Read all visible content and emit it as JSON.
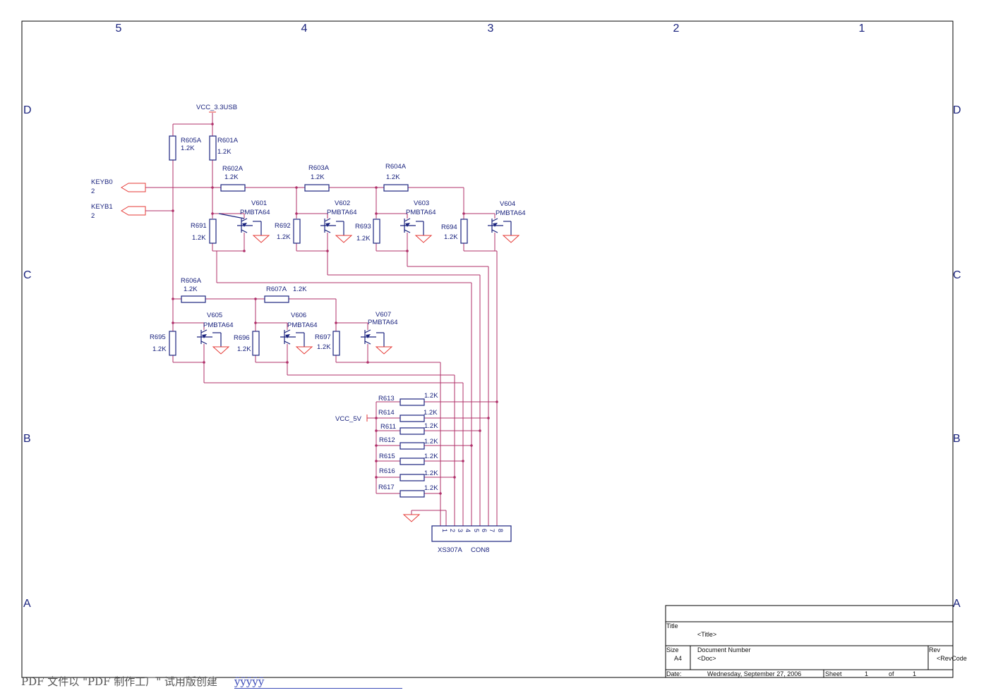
{
  "frame": {
    "columns": [
      "5",
      "4",
      "3",
      "2",
      "1"
    ],
    "rows": [
      "D",
      "C",
      "B",
      "A"
    ]
  },
  "nets": {
    "vcc_usb": "VCC_3.3USB",
    "vcc_5v": "VCC_5V",
    "keyb0": "KEYB0",
    "keyb0_pin": "2",
    "keyb1": "KEYB1",
    "keyb1_pin": "2"
  },
  "resistors": {
    "r605a": {
      "ref": "R605A",
      "val": "1.2K"
    },
    "r601a": {
      "ref": "R601A",
      "val": "1.2K"
    },
    "r602a": {
      "ref": "R602A",
      "val": "1.2K"
    },
    "r603a": {
      "ref": "R603A",
      "val": "1.2K"
    },
    "r604a": {
      "ref": "R604A",
      "val": "1.2K"
    },
    "r691": {
      "ref": "R691",
      "val": "1.2K"
    },
    "r692": {
      "ref": "R692",
      "val": "1.2K"
    },
    "r693": {
      "ref": "R693",
      "val": "1.2K"
    },
    "r694": {
      "ref": "R694",
      "val": "1.2K"
    },
    "r606a": {
      "ref": "R606A",
      "val": "1.2K"
    },
    "r607a": {
      "ref": "R607A",
      "val": "1.2K"
    },
    "r695": {
      "ref": "R695",
      "val": "1.2K"
    },
    "r696": {
      "ref": "R696",
      "val": "1.2K"
    },
    "r697": {
      "ref": "R697",
      "val": "1.2K"
    },
    "r613": {
      "ref": "R613",
      "val": "1.2K"
    },
    "r614": {
      "ref": "R614",
      "val": "1.2K"
    },
    "r611": {
      "ref": "R611",
      "val": "1.2K"
    },
    "r612": {
      "ref": "R612",
      "val": "1.2K"
    },
    "r615": {
      "ref": "R615",
      "val": "1.2K"
    },
    "r616": {
      "ref": "R616",
      "val": "1.2K"
    },
    "r617": {
      "ref": "R617",
      "val": "1.2K"
    }
  },
  "transistors": {
    "v601": {
      "ref": "V601",
      "type": "PMBTA64"
    },
    "v602": {
      "ref": "V602",
      "type": "PMBTA64"
    },
    "v603": {
      "ref": "V603",
      "type": "PMBTA64"
    },
    "v604": {
      "ref": "V604",
      "type": "PMBTA64"
    },
    "v605": {
      "ref": "V605",
      "type": "PMBTA64"
    },
    "v606": {
      "ref": "V606",
      "type": "PMBTA64"
    },
    "v607": {
      "ref": "V607",
      "type": "PMBTA64"
    }
  },
  "connector": {
    "ref": "XS307A",
    "type": "CON8",
    "pins": [
      "1",
      "2",
      "3",
      "4",
      "5",
      "6",
      "7",
      "8"
    ]
  },
  "title_block": {
    "title_label": "Title",
    "title_value": "<Title>",
    "size_label": "Size",
    "size_value": "A4",
    "docnum_label": "Document Number",
    "docnum_value": "<Doc>",
    "rev_label": "Rev",
    "rev_value": "<RevCode",
    "date_label": "Date:",
    "date_value": "Wednesday, September 27, 2006",
    "sheet_label": "Sheet",
    "sheet_num": "1",
    "sheet_of": "of",
    "sheet_total": "1"
  },
  "footer": {
    "text": "PDF 文件以 \"PDF 制作工厂\" 试用版创建",
    "link": "ÿÿÿÿÿ"
  }
}
